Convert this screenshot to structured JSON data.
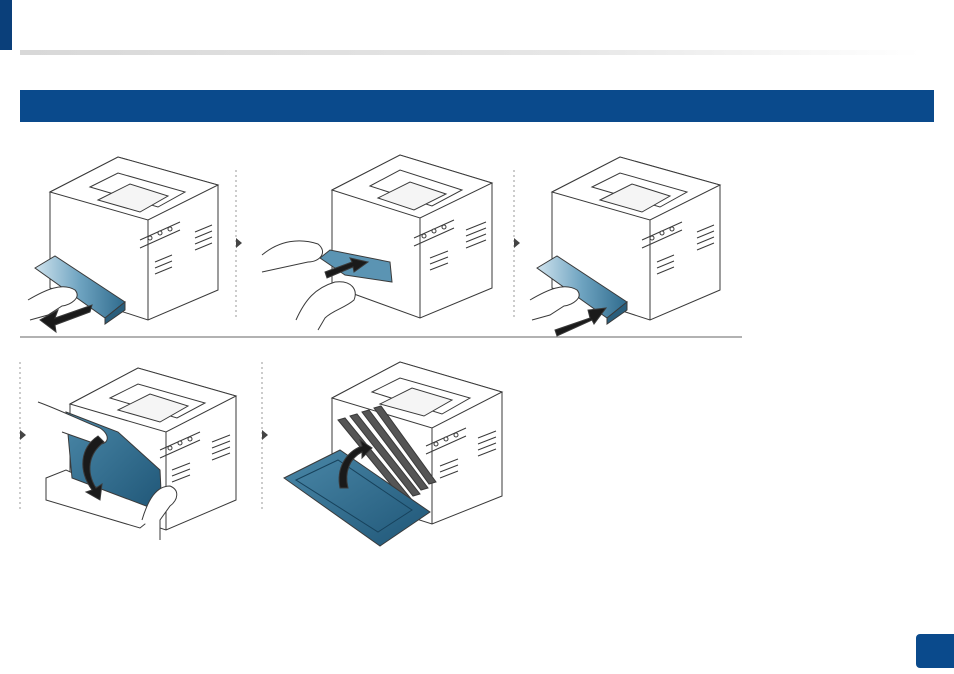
{
  "header": {
    "section_title": "",
    "page_number": ""
  },
  "steps": [
    {
      "id": 1,
      "action": "pull-out-tray",
      "icon": "tray-out-arrow-icon"
    },
    {
      "id": 2,
      "action": "remove-jammed-paper",
      "icon": "paper-pull-icon"
    },
    {
      "id": 3,
      "action": "insert-tray",
      "icon": "tray-in-arrow-icon"
    },
    {
      "id": 4,
      "action": "open-front-cover",
      "icon": "cover-down-arrow-icon"
    },
    {
      "id": 5,
      "action": "close-front-cover",
      "icon": "cover-up-arrow-icon"
    }
  ],
  "colors": {
    "brand_blue": "#0a4a8c",
    "part_teal": "#3d7b9c",
    "line": "#3a3a3a"
  }
}
